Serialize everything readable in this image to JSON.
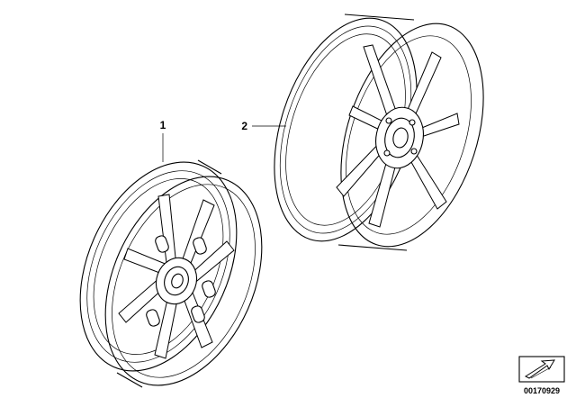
{
  "diagram": {
    "parts": [
      {
        "number": "1"
      },
      {
        "number": "2"
      }
    ],
    "document_number": "00170929"
  },
  "colors": {
    "line": "#000000",
    "background": "#ffffff"
  },
  "icons": {
    "catalog_symbol": "pointer-arrow-icon"
  }
}
